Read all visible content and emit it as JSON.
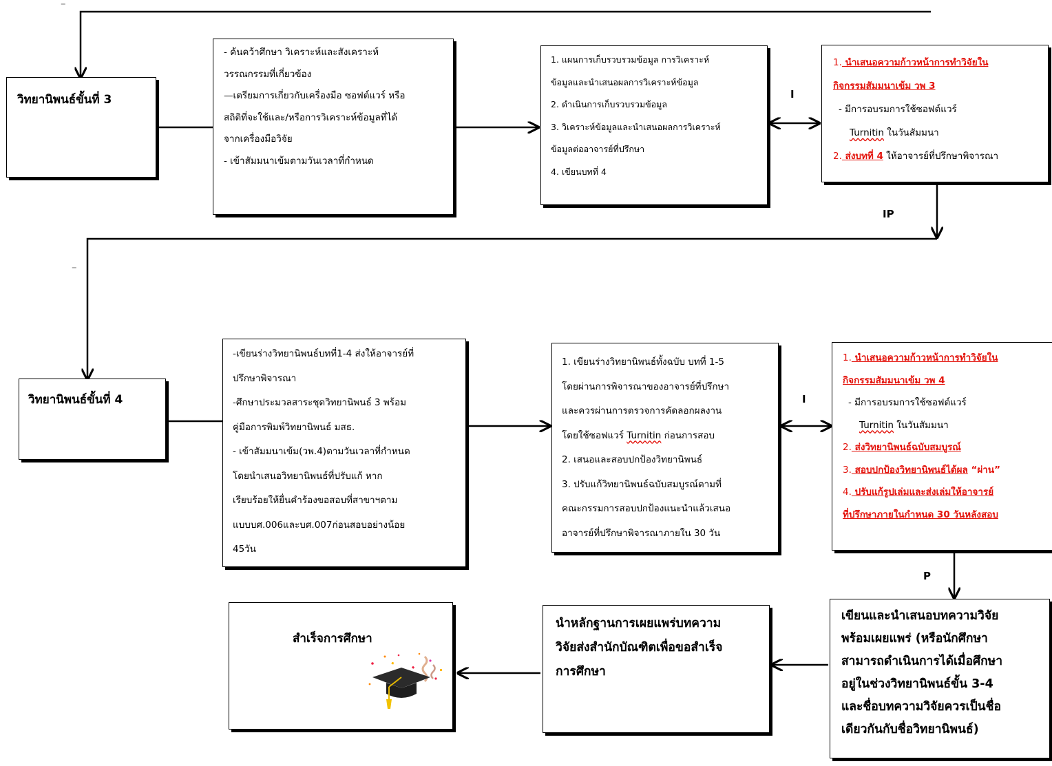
{
  "stage3": {
    "title": "วิทยานิพนธ์ขั้นที่ 3",
    "activities": [
      "- ค้นคว้าศึกษา วิเคราะห์และสังเคราะห์",
      "วรรณกรรมที่เกี่ยวข้อง",
      "—เตรียมการเกี่ยวกับเครื่องมือ ซอฟต์แวร์ หรือ",
      "สถิติที่จะใช้และ/หรือการวิเคราะห์ข้อมูลที่ได้",
      "จากเครื่องมือวิจัย",
      "- เข้าสัมมนาเข้มตามวันเวลาที่กำหนด"
    ],
    "steps": [
      "1. แผนการเก็บรวบรวมข้อมูล การวิเคราะห์",
      "ข้อมูลและนำเสนอผลการวิเคราะห์ข้อมูล",
      "2. ดำเนินการเก็บรวบรวมข้อมูล",
      "3. วิเคราะห์ข้อมูลและนำเสนอผลการวิเคราะห์",
      "ข้อมูลต่ออาจารย์ที่ปรึกษา",
      "4. เขียนบทที่ 4"
    ],
    "req1_num": "1.",
    "req1_line1": " นำเสนอความก้าวหน้าการทำวิจัยใน",
    "req1_line2": "กิจกรรมสัมมนาเข้ม วพ 3",
    "req_sub1": "- มีการอบรมการใช้ซอฟต์แวร์",
    "req_sub_word": "Turnitin",
    "req_sub2": " ในวันสัมมนา",
    "req2_num": "2.",
    "req2_link": " ส่งบทที่ 4",
    "req2_rest": " ให้อาจารย์ที่ปรึกษาพิจารณา"
  },
  "stage4": {
    "title": "วิทยานิพนธ์ขั้นที่ 4",
    "activities": [
      "-เขียนร่างวิทยานิพนธ์บทที่1-4 ส่งให้อาจารย์ที่",
      "ปรึกษาพิจารณา",
      "-ศึกษาประมวลสาระชุดวิทยานิพนธ์ 3 พร้อม",
      "คู่มือการพิมพ์วิทยานิพนธ์ มสธ.",
      "- เข้าสัมมนาเข้ม(วพ.4)ตามวันเวลาที่กำหนด",
      "โดยนำเสนอวิทยานิพนธ์ที่ปรับแก้ หาก",
      "เรียบร้อยให้ยื่นคำร้องขอสอบที่สาขาฯตาม",
      "แบบบศ.006และบศ.007ก่อนสอบอย่างน้อย",
      "45วัน"
    ],
    "steps_l1": "1.  เขียนร่างวิทยานิพนธ์ทั้งฉบับ  บทที่  1-5",
    "steps_l2": "โดยผ่านการพิจารณาของอาจารย์ที่ปรึกษา",
    "steps_l3": "และควรผ่านการตรวจการคัดลอกผลงาน",
    "steps_l4a": "โดยใช้ซอฟแวร์ ",
    "steps_l4word": "Turnitin",
    "steps_l4b": " ก่อนการสอบ",
    "steps_l5": "2. เสนอและสอบปกป้องวิทยานิพนธ์",
    "steps_l6": "3.     ปรับแก้วิทยานิพนธ์ฉบับสมบูรณ์ตามที่",
    "steps_l7": "คณะกรรมการสอบปกป้องแนะนำแล้วเสนอ",
    "steps_l8": "อาจารย์ที่ปรึกษาพิจารณาภายใน 30 วัน",
    "req1_num": "1.",
    "req1_line1": " นำเสนอความก้าวหน้าการทำวิจัยใน",
    "req1_line2": "กิจกรรมสัมมนาเข้ม วพ 4",
    "req_sub1": "- มีการอบรมการใช้ซอฟต์แวร์",
    "req_sub_word": "Turnitin",
    "req_sub2": " ในวันสัมมนา",
    "req2_num": "2.",
    "req2_text": " ส่งวิทยานิพนธ์ฉบับสมบูรณ์",
    "req3_num": "3.",
    "req3_text": " สอบปกป้องวิทยานิพนธ์ได้ผล",
    "req3_quote": " “ผ่าน”",
    "req4_num": "4.",
    "req4_line1": " ปรับแก้รูปเล่มและส่งเล่มให้อาจารย์",
    "req4_line2": "ที่ปรึกษาภายในกำหนด 30 วันหลังสอบ"
  },
  "final": {
    "publish": [
      "เขียนและนำเสนอบทความวิจัย",
      "พร้อมเผยแพร่  (หรือนักศึกษา",
      "สามารถดำเนินการได้เมื่อศึกษา",
      "อยู่ในช่วงวิทยานิพนธ์ขั้น 3-4",
      "และชื่อบทความวิจัยควรเป็นชื่อ",
      "เดียวกันกับชื่อวิทยานิพนธ์)"
    ],
    "submit": [
      "นำหลักฐานการเผยแพร่บทความ",
      "วิจัยส่งสำนักบัณฑิตเพื่อขอสำเร็จ",
      "การศึกษา"
    ],
    "graduate": "สำเร็จการศึกษา"
  },
  "labels": {
    "i_top": "I",
    "ip": "IP",
    "i_bottom": "I",
    "p": "P",
    "dash1": "–",
    "dash2": "–"
  }
}
